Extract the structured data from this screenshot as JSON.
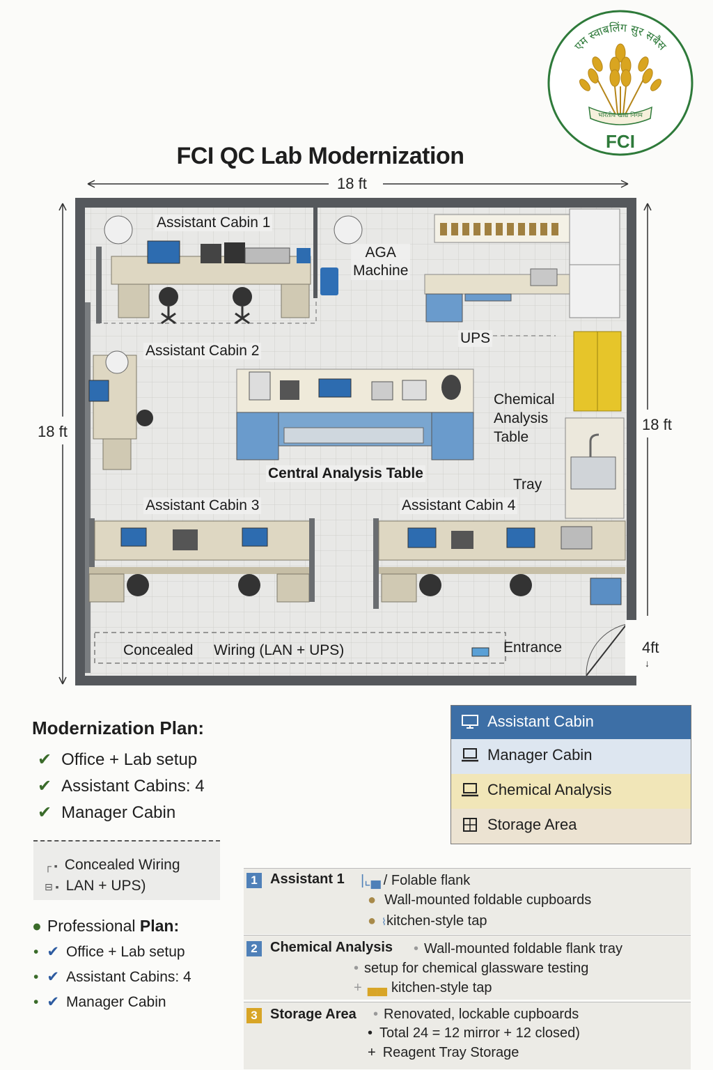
{
  "logo": {
    "hindi_text": "एम स्वाबलिंग सुर सबैस",
    "ribbon_text": "भारतीय खाद्य निगम",
    "name": "FCI",
    "brand_green": "#2e7a3a",
    "wheat_gold": "#d9a520"
  },
  "title": "FCI QC Lab Modernization",
  "dimensions": {
    "width": "18 ft",
    "height_left": "18 ft",
    "height_right": "18 ft",
    "door": "4ft"
  },
  "plan_labels": {
    "cabin1": "Assistant Cabin 1",
    "aga": "AGA\nMachine",
    "ups": "UPS",
    "cabin2": "Assistant Cabin 2",
    "chemical": "Chemical\nAnalysis\nTable",
    "central": "Central Analysis Table",
    "tray": "Tray",
    "cabin3": "Assistant Cabin 3",
    "cabin4": "Assistant Cabin 4",
    "concealed": "Concealed",
    "wiring": "Wiring (LAN + UPS)",
    "entrance": "Entrance"
  },
  "modernization": {
    "title": "Modernization Plan:",
    "items": [
      "Office + Lab setup",
      "Assistant Cabins:  4",
      "Manager Cabin"
    ]
  },
  "wiring_box": {
    "line1": "Concealed Wiring",
    "line2": "LAN + UPS)"
  },
  "professional": {
    "title_a": "Professional",
    "title_b": "Plan:",
    "items": [
      "Office + Lab setup",
      "Assistant Cabins: 4",
      "Manager Cabin"
    ]
  },
  "legend": [
    {
      "label": "Assistant Cabin",
      "icon": "monitor-icon",
      "bg": "#3d6fa6",
      "fg": "#ffffff"
    },
    {
      "label": "Manager Cabin",
      "icon": "laptop-icon",
      "bg": "#dde6f0",
      "fg": "#1a1a1a"
    },
    {
      "label": "Chemical Analysis",
      "icon": "laptop-icon",
      "bg": "#f1e6b8",
      "fg": "#1a1a1a"
    },
    {
      "label": "Storage Area",
      "icon": "cabinet-icon",
      "bg": "#ece3d2",
      "fg": "#1a1a1a"
    }
  ],
  "details": [
    {
      "num": "1",
      "num_color": "#4f80b8",
      "head": "Assistant 1",
      "after_head": "/ Folable flank",
      "lines": [
        "Wall-mounted foldable cupboards",
        "kitchen-style tap"
      ]
    },
    {
      "num": "2",
      "num_color": "#4f80b8",
      "head": "Chemical Analysis",
      "after_head": "Wall-mounted foldable flank tray",
      "lines": [
        "setup for chemical glassware testing",
        "kitchen-style tap"
      ]
    },
    {
      "num": "3",
      "num_color": "#d8a526",
      "head": "Storage Area",
      "after_head": "Renovated, lockable cupboards",
      "lines": [
        "Total  24 = 12 mirror  + 12 closed)",
        "Reagent Tray Storage"
      ]
    }
  ]
}
